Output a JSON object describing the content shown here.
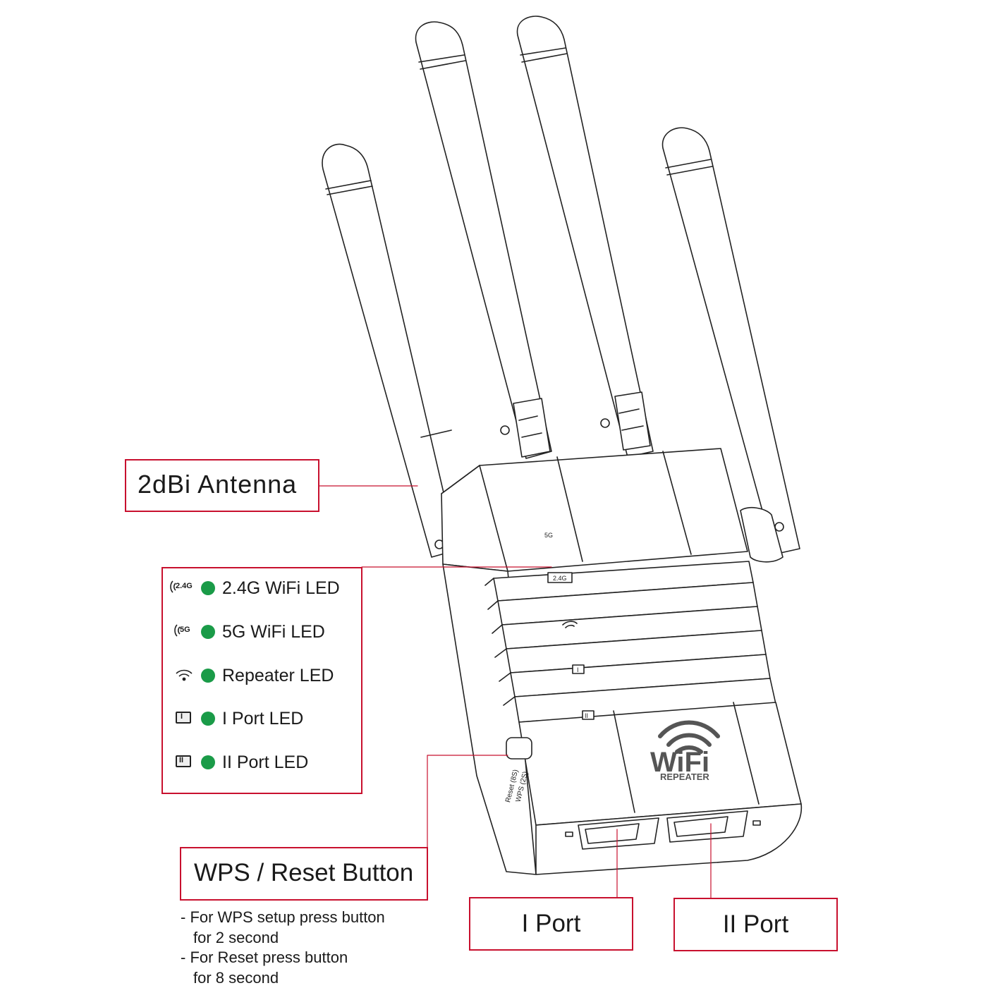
{
  "callouts": {
    "antenna": {
      "title": "2dBi  Antenna"
    },
    "leds": {
      "items": [
        {
          "icon": "wifi-2-4g-icon",
          "icon_text": "2.4G",
          "label": "2.4G WiFi LED"
        },
        {
          "icon": "wifi-5g-icon",
          "icon_text": "5G",
          "label": "5G WiFi LED"
        },
        {
          "icon": "repeater-icon",
          "icon_text": "",
          "label": "Repeater LED"
        },
        {
          "icon": "port-1-icon",
          "icon_text": "I",
          "label": "I Port LED"
        },
        {
          "icon": "port-2-icon",
          "icon_text": "II",
          "label": "II Port LED"
        }
      ],
      "dot_color": "#1a9b48"
    },
    "wps": {
      "title": "WPS / Reset Button",
      "notes": [
        "- For WPS setup press button",
        "for 2 second",
        "- For Reset  press button",
        "for 8 second"
      ]
    },
    "port1": {
      "title": "I Port"
    },
    "port2": {
      "title": "II Port"
    }
  },
  "device": {
    "brand_line1": "WiFi",
    "brand_line2": "REPEATER",
    "front_5g": "5G",
    "front_24g": "2.4G",
    "front_port1": "I",
    "front_port2": "II",
    "side_reset": "Reset (8S)",
    "side_wps": "WPS (2S)"
  },
  "colors": {
    "callout_border": "#c8102e",
    "line_art": "#222222",
    "brand_text": "#555555"
  }
}
